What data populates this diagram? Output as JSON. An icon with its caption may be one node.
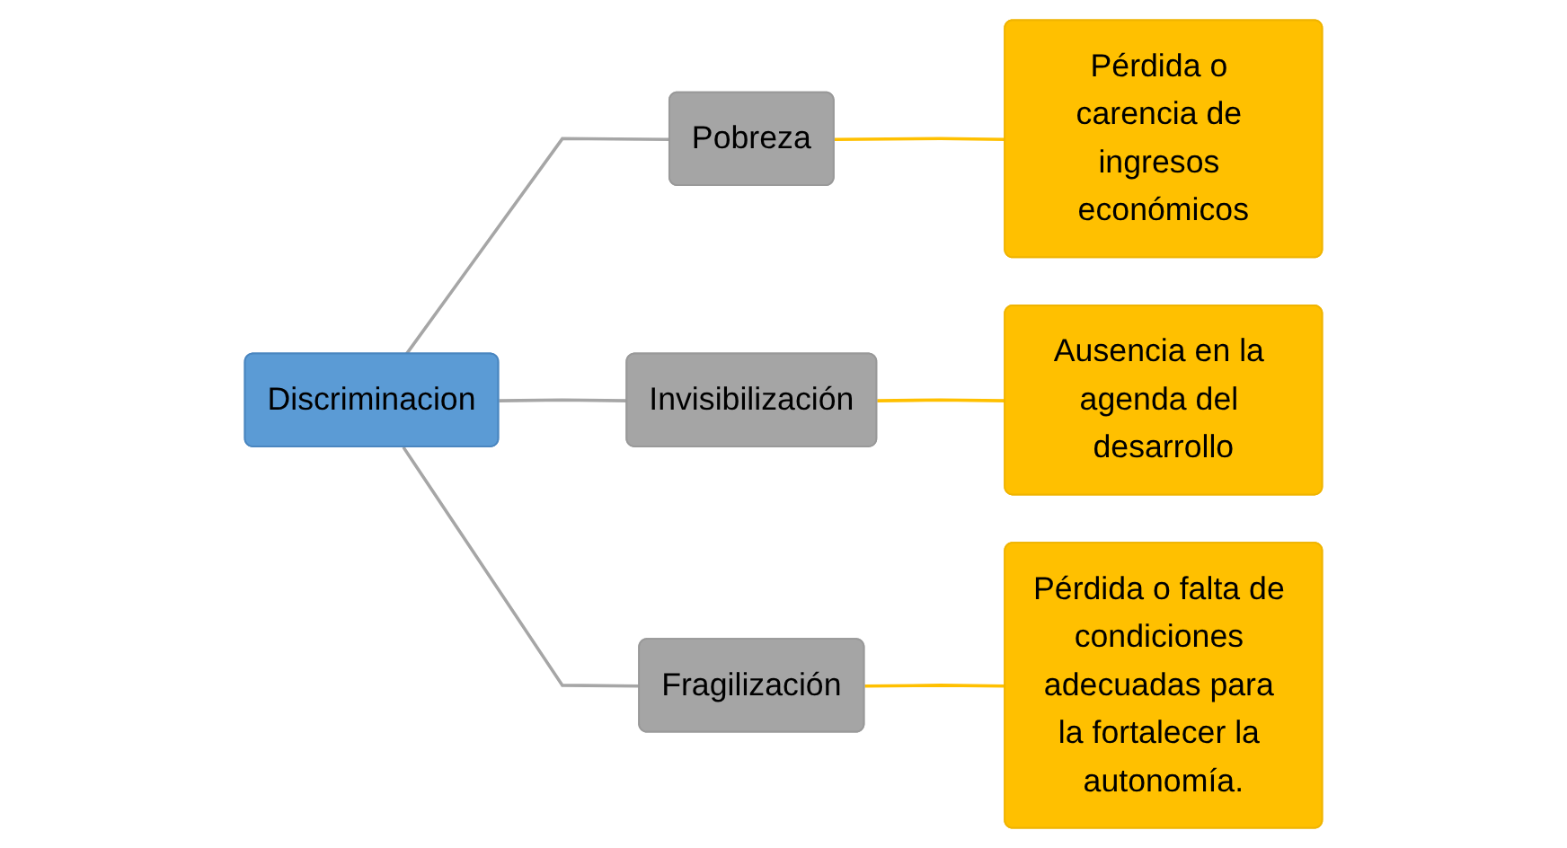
{
  "diagram": {
    "nodes": [
      {
        "text": [
          "Discriminacion"
        ]
      },
      {
        "text": [
          "Pobreza"
        ]
      },
      {
        "text": [
          "Pérdida o carencia de ingresos económicos"
        ]
      },
      {
        "text": [
          "Invisibilización"
        ]
      },
      {
        "text": [
          "Ausencia en la agenda del desarrollo"
        ]
      },
      {
        "text": [
          "Fragilización"
        ]
      },
      {
        "text": [
          "Pérdida o falta de condiciones adecuadas para la fortalecer la autonomía."
        ]
      }
    ],
    "edges": [
      {
        "from": 0,
        "to": 1,
        "arrow": "none",
        "color": "#a6a6a6"
      },
      {
        "from": 0,
        "to": 3,
        "arrow": "none",
        "color": "#a6a6a6"
      },
      {
        "from": 0,
        "to": 5,
        "arrow": "none",
        "color": "#a6a6a6"
      },
      {
        "from": 1,
        "to": 2,
        "arrow": "none",
        "color": "#ffc000"
      },
      {
        "from": 3,
        "to": 4,
        "arrow": "none",
        "color": "#ffc000"
      },
      {
        "from": 5,
        "to": 6,
        "arrow": "none",
        "color": "#ffc000"
      }
    ]
  }
}
